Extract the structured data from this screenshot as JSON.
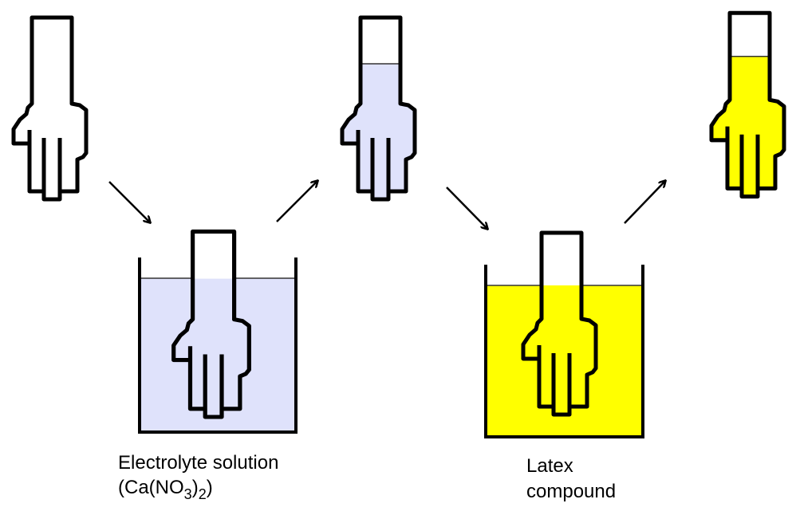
{
  "colors": {
    "electrolyte": "#dfe2fb",
    "latex": "#ffff00",
    "outline": "#000000",
    "glove_bare": "#ffffff"
  },
  "steps": [
    {
      "name": "bare-hand-former",
      "fill": "glove_bare"
    },
    {
      "name": "hand-dipped-in-electrolyte",
      "fill": "electrolyte"
    },
    {
      "name": "hand-coated-electrolyte",
      "fill": "electrolyte"
    },
    {
      "name": "hand-dipped-in-latex",
      "fill": "latex"
    },
    {
      "name": "hand-coated-latex",
      "fill": "latex"
    }
  ],
  "labels": {
    "electrolyte_line1": "Electrolyte solution",
    "electrolyte_line2_prefix": "(Ca(NO",
    "electrolyte_sub1": "3",
    "electrolyte_mid": ")",
    "electrolyte_sub2": "2",
    "electrolyte_suffix": ")",
    "latex_line1": "Latex",
    "latex_line2": "compound"
  }
}
